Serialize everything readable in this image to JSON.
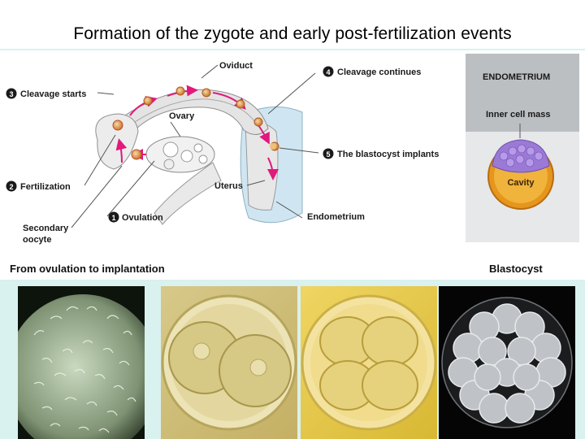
{
  "title": "Formation of the zygote and early  post-fertilization events",
  "diagram": {
    "labels": {
      "oviduct": "Oviduct",
      "ovary": "Ovary",
      "uterus": "Uterus",
      "endometrium": "Endometrium",
      "secondary_oocyte_line1": "Secondary",
      "secondary_oocyte_line2": "oocyte"
    },
    "steps": [
      {
        "number": "1",
        "label": "Ovulation"
      },
      {
        "number": "2",
        "label": "Fertilization"
      },
      {
        "number": "3",
        "label": "Cleavage starts"
      },
      {
        "number": "4",
        "label": "Cleavage continues"
      },
      {
        "number": "5",
        "label": "The blastocyst implants"
      }
    ],
    "caption_left": "From ovulation to implantation"
  },
  "blastocyst": {
    "endometrium": "ENDOMETRIUM",
    "inner_cell_mass": "Inner cell mass",
    "cavity": "Cavity",
    "caption": "Blastocyst"
  },
  "colors": {
    "band": "#d9f1ef",
    "arrow": "#e0197d",
    "uterus_blue": "#cfe6f2",
    "endometrium_gray": "#b9bcbf",
    "icm_purple": "#9b7ad6",
    "trophoblast_orange": "#e6951d"
  }
}
